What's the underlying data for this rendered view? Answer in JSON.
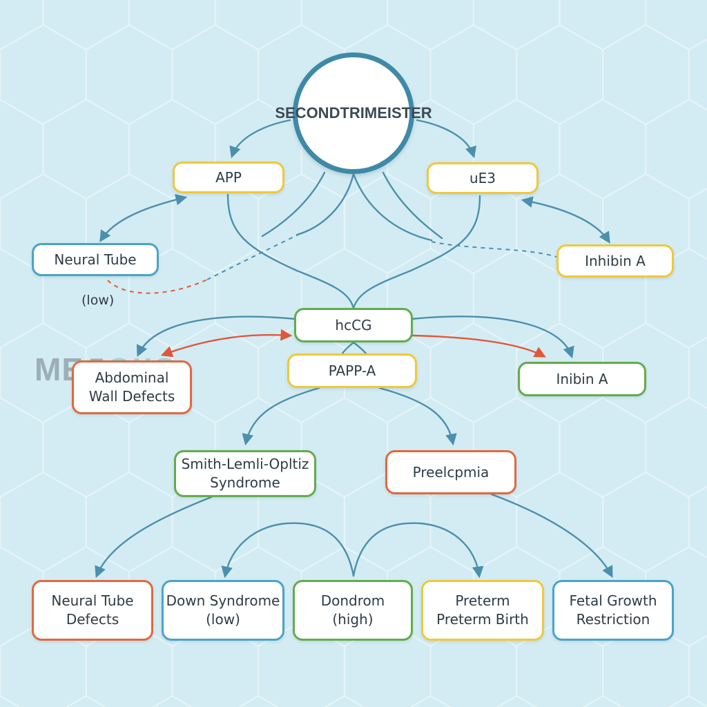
{
  "center": {
    "line1": "SECOND",
    "line2": "TRIMEISTER"
  },
  "nodes": {
    "app": "APP",
    "ue3": "uE3",
    "neural_tube": "Neural Tube",
    "inhibin_a": "Inhibin A",
    "hccg": "hcCG",
    "pappa": "PAPP-A",
    "abdominal": "Abdominal\nWall Defects",
    "inibin_a": "Inibin A",
    "smith": "Smith-Lemli-Opltiz\nSyndrome",
    "preeclampsia": "Preelcpmia",
    "ntd": "Neural Tube\nDefects",
    "down": "Down Syndrome\n(low)",
    "dondrom": "Dondrom\n(high)",
    "preterm": "Preterm\nPreterm Birth",
    "fgr": "Fetal Growth\nRestriction"
  },
  "note_low": "(low)",
  "watermark": {
    "part1": "МЕД",
    "part2": "ОКО"
  },
  "colors": {
    "background": "#d3ecf3",
    "edge": "#4b8fad",
    "edge_red": "#e0573b",
    "yellow": "#f2c73a",
    "blue": "#4aa3c8",
    "green": "#62ac4c",
    "orange": "#e2683d"
  }
}
